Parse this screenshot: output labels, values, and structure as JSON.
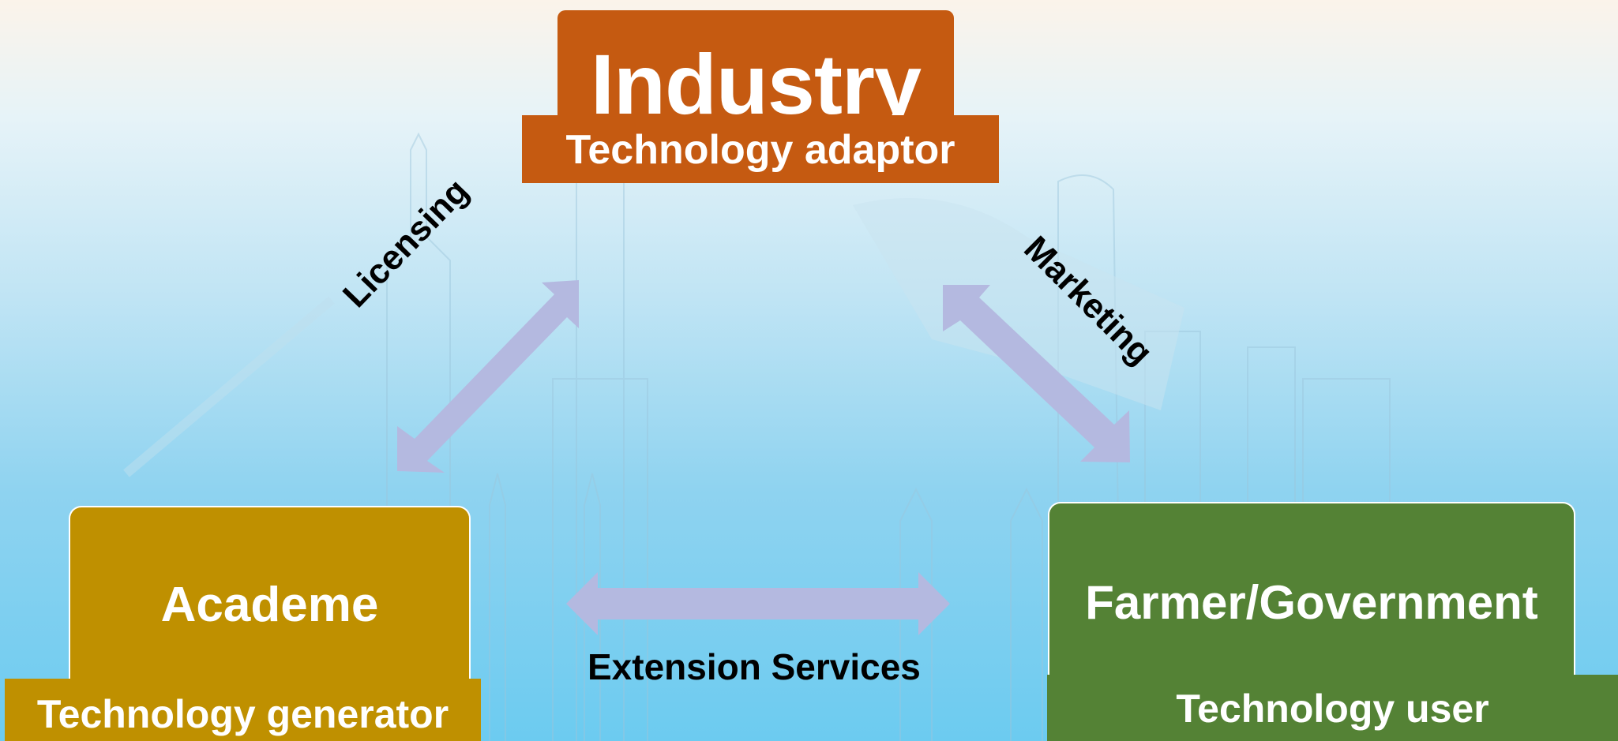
{
  "nodes": {
    "industry": {
      "title": "Industry",
      "role": "Technology adaptor",
      "color": "#c55a11"
    },
    "academe": {
      "title": "Academe",
      "role": "Technology generator",
      "color": "#bf9000"
    },
    "farmer": {
      "title": "Farmer/Government",
      "role": "Technology user",
      "color": "#548235"
    }
  },
  "links": {
    "licensing": "Licensing",
    "marketing": "Marketing",
    "extension": "Extension Services",
    "arrow_color": "#b4b9e0"
  }
}
